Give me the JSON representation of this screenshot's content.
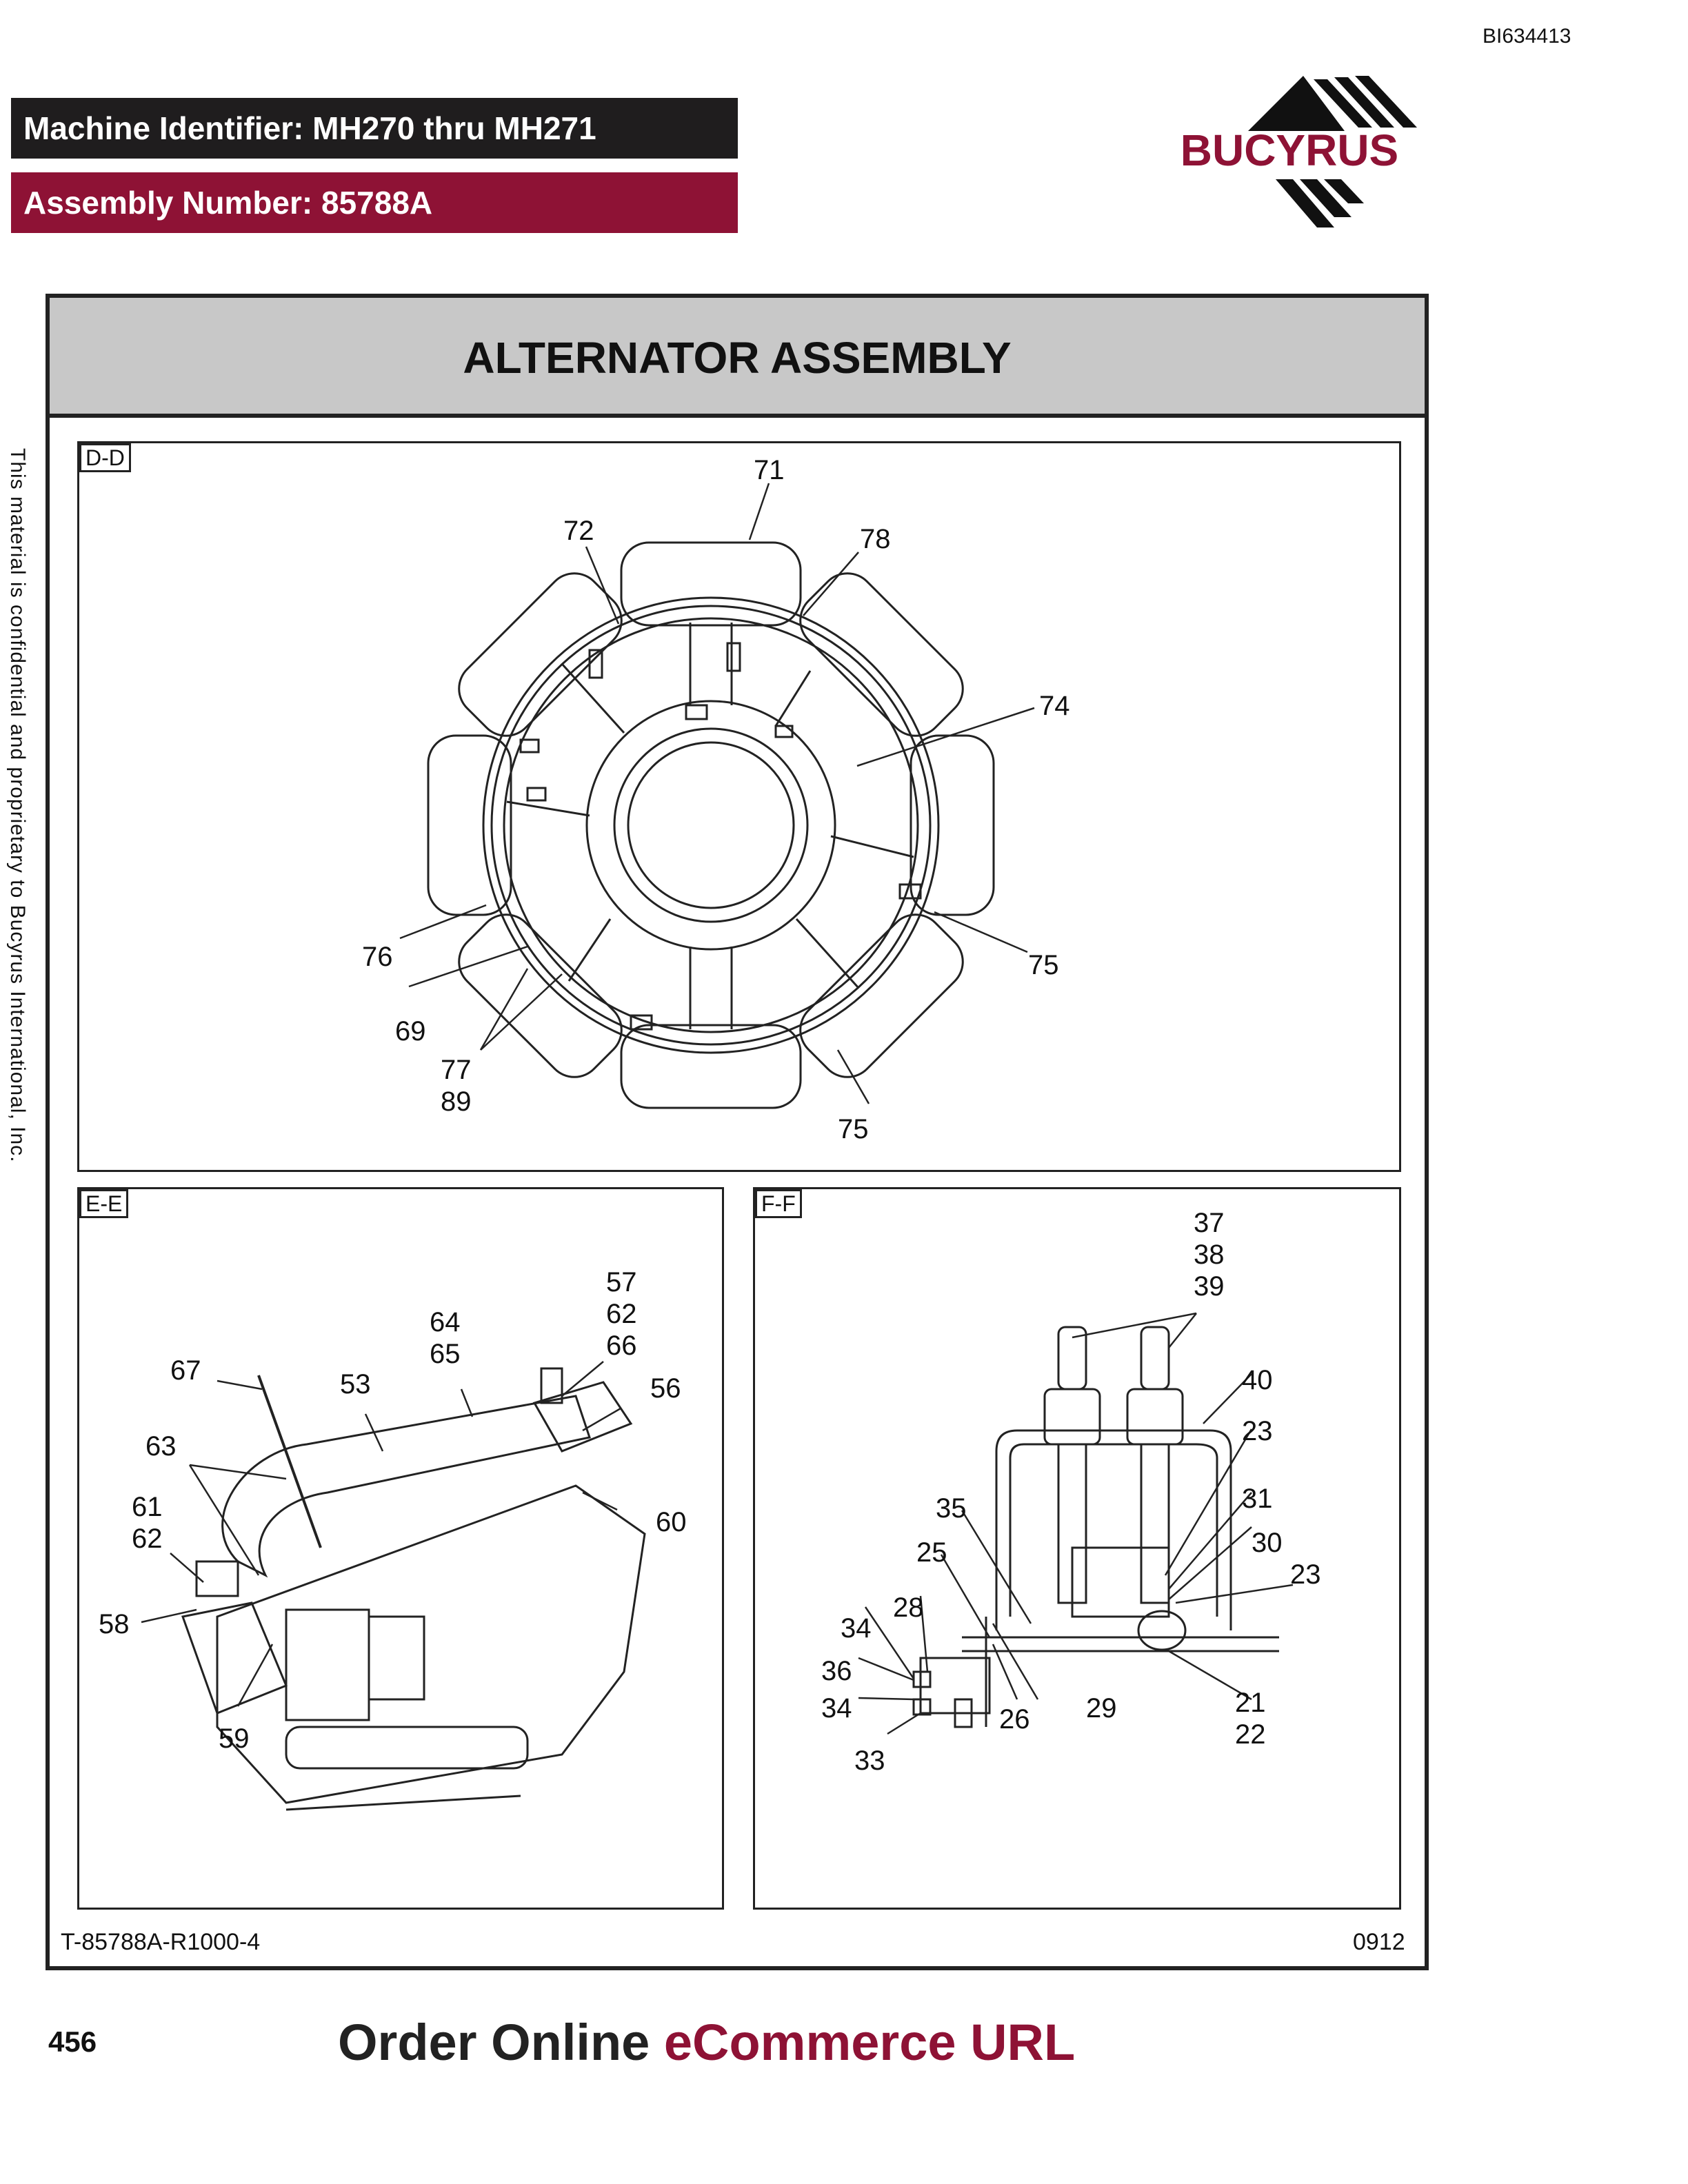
{
  "document_id": "BI634413",
  "header": {
    "machine_identifier": "Machine Identifier: MH270 thru MH271",
    "assembly_number": "Assembly Number: 85788A"
  },
  "logo": {
    "text": "BUCYRUS",
    "color": "#8e1235"
  },
  "title": "ALTERNATOR ASSEMBLY",
  "side_text": "This material is confidential and proprietary to Bucyrus International, Inc.",
  "views": {
    "dd": {
      "tag": "D-D",
      "callouts": {
        "c71": "71",
        "c72": "72",
        "c78": "78",
        "c74": "74",
        "c76": "76",
        "c75a": "75",
        "c69": "69",
        "c77": "77",
        "c89": "89",
        "c75b": "75"
      }
    },
    "ee": {
      "tag": "E-E",
      "callouts": {
        "c57": "57",
        "c62a": "62",
        "c66": "66",
        "c64": "64",
        "c65": "65",
        "c67": "67",
        "c53": "53",
        "c56": "56",
        "c63": "63",
        "c61": "61",
        "c62b": "62",
        "c60": "60",
        "c58": "58",
        "c59": "59"
      }
    },
    "ff": {
      "tag": "F-F",
      "callouts": {
        "c37": "37",
        "c38": "38",
        "c39": "39",
        "c40": "40",
        "c23a": "23",
        "c35": "35",
        "c31": "31",
        "c25": "25",
        "c30": "30",
        "c23b": "23",
        "c28": "28",
        "c34a": "34",
        "c36": "36",
        "c34b": "34",
        "c26": "26",
        "c29": "29",
        "c21": "21",
        "c22": "22",
        "c33": "33"
      }
    }
  },
  "footer": {
    "drawing_ref": "T-85788A-R1000-4",
    "date_code": "0912",
    "page_number": "456",
    "order_prefix": "Order Online ",
    "order_link": "eCommerce URL"
  }
}
